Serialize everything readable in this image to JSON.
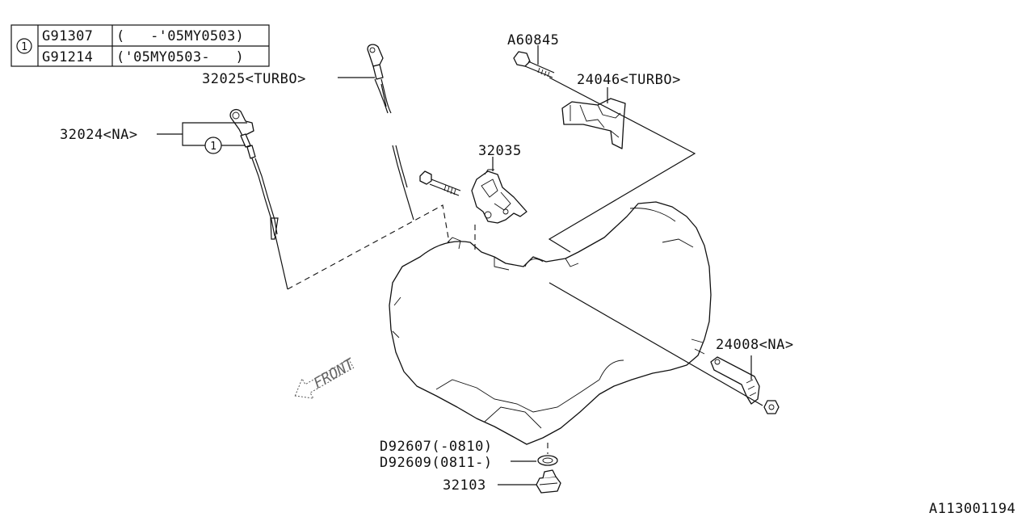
{
  "legend_table": {
    "ref_mark": "1",
    "rows": [
      {
        "part_no": "G91307",
        "range": "(   -'05MY0503)"
      },
      {
        "part_no": "G91214",
        "range": "('05MY0503-   )"
      }
    ]
  },
  "callouts": {
    "a60845": "A60845",
    "p32025": "32025<TURBO>",
    "p24046": "24046<TURBO>",
    "p32024": "32024<NA>",
    "p32024_ref": "1",
    "p32035": "32035",
    "p24008": "24008<NA>",
    "d92607": "D92607(-0810)",
    "d92609": "D92609(0811-)",
    "p32103": "32103"
  },
  "front_arrow_label": "FRONT",
  "diagram_id": "A113001194"
}
